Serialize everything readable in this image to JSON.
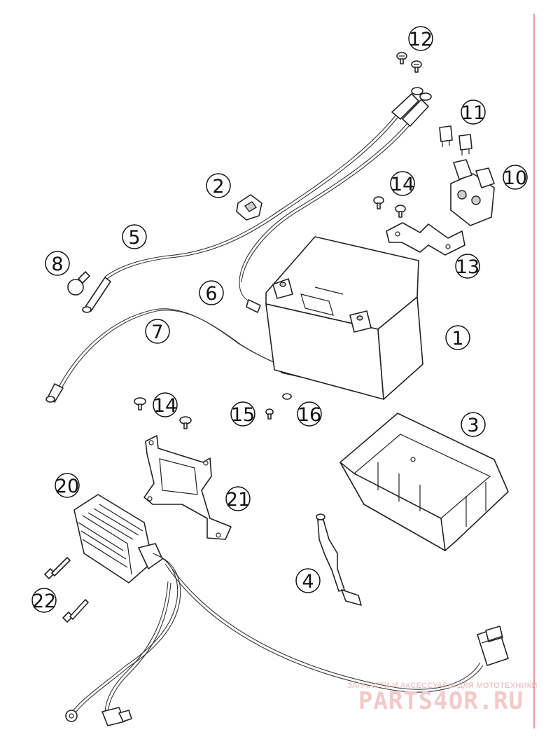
{
  "callouts": [
    {
      "id": "1",
      "label": "1"
    },
    {
      "id": "2",
      "label": "2"
    },
    {
      "id": "3",
      "label": "3"
    },
    {
      "id": "4",
      "label": "4"
    },
    {
      "id": "5",
      "label": "5"
    },
    {
      "id": "6",
      "label": "6"
    },
    {
      "id": "7",
      "label": "7"
    },
    {
      "id": "8",
      "label": "8"
    },
    {
      "id": "10",
      "label": "10"
    },
    {
      "id": "11",
      "label": "11"
    },
    {
      "id": "12",
      "label": "12"
    },
    {
      "id": "13",
      "label": "13"
    },
    {
      "id": "14a",
      "label": "14"
    },
    {
      "id": "14b",
      "label": "14"
    },
    {
      "id": "15",
      "label": "15"
    },
    {
      "id": "16",
      "label": "16"
    },
    {
      "id": "20",
      "label": "20"
    },
    {
      "id": "21",
      "label": "21"
    },
    {
      "id": "22",
      "label": "22"
    }
  ],
  "watermark": {
    "tagline": "ЗАПЧАСТИ И АКСЕССУАРЫ ДЛЯ МОТОТЕХНИКИ",
    "brand": "PARTS4OR.RU",
    "color": "#f3c9c9"
  },
  "colors": {
    "margin_line": "#e05050",
    "line_art": "#222222",
    "background": "#ffffff"
  }
}
